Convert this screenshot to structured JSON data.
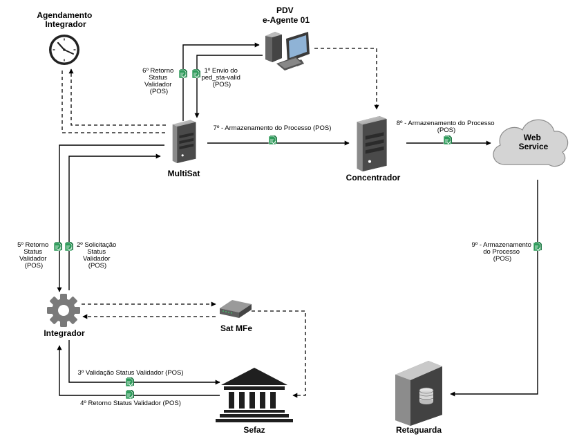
{
  "nodes": {
    "agendamento": [
      "Agendamento",
      "Integrador"
    ],
    "pdv": [
      "PDV",
      "e-Agente 01"
    ],
    "multisat": "MultiSat",
    "concentrador": "Concentrador",
    "webservice": [
      "Web",
      "Service"
    ],
    "integrador": "Integrador",
    "satmfe": "Sat MFe",
    "sefaz": "Sefaz",
    "retaguarda": "Retaguarda"
  },
  "labels": {
    "step1": [
      "1º Envio do",
      "ped_sta-valid",
      "(POS)"
    ],
    "step2": [
      "2º Solicitação",
      "Status",
      "Validador",
      "(POS)"
    ],
    "step3": "3º Validação Status Validador (POS)",
    "step4": "4º Retorno Status Validador (POS)",
    "step5": [
      "5º Retorno",
      "Status",
      "Validador",
      "(POS)"
    ],
    "step6": [
      "6º Retorno",
      "Status",
      "Validador",
      "(POS)"
    ],
    "step7": "7º - Armazenamento do Processo (POS)",
    "step8": [
      "8º - Armazenamento do Processo",
      "(POS)"
    ],
    "step9": [
      "9º - Armazenamento",
      "do Processo",
      "(POS)"
    ]
  },
  "icons": {
    "clock": "clock-icon",
    "pc": "desktop-computer-icon",
    "server": "server-icon",
    "cloud": "cloud-icon",
    "gear": "gear-icon",
    "router": "router-icon",
    "bank": "government-building-icon",
    "database": "database-server-icon",
    "document": "document-check-icon"
  },
  "colors": {
    "document": "#1e7a45",
    "server": "#6d6d6d",
    "cloud": "#d4d4d4",
    "gear": "#7a7a7a"
  }
}
